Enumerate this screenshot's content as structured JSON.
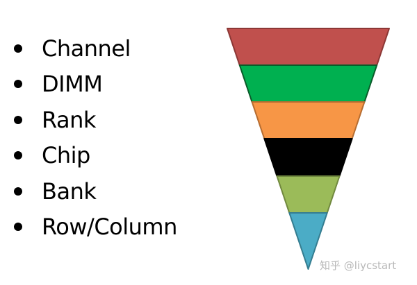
{
  "list": {
    "items": [
      {
        "label": "Channel"
      },
      {
        "label": "DIMM"
      },
      {
        "label": "Rank"
      },
      {
        "label": "Chip"
      },
      {
        "label": "Bank"
      },
      {
        "label": "Row/Column"
      }
    ]
  },
  "funnel": {
    "bands": [
      {
        "name": "channel",
        "color": "#c0504d",
        "stroke": "#8c3836"
      },
      {
        "name": "dimm",
        "color": "#00b050",
        "stroke": "#0a5c2a"
      },
      {
        "name": "rank",
        "color": "#f79646",
        "stroke": "#b66d31"
      },
      {
        "name": "chip",
        "color": "#000000",
        "stroke": "#000000"
      },
      {
        "name": "bank",
        "color": "#9bbb59",
        "stroke": "#71893f"
      },
      {
        "name": "row-column",
        "color": "#4bacc6",
        "stroke": "#357d90"
      }
    ]
  },
  "watermark": {
    "text": "知乎 @liycstart"
  }
}
